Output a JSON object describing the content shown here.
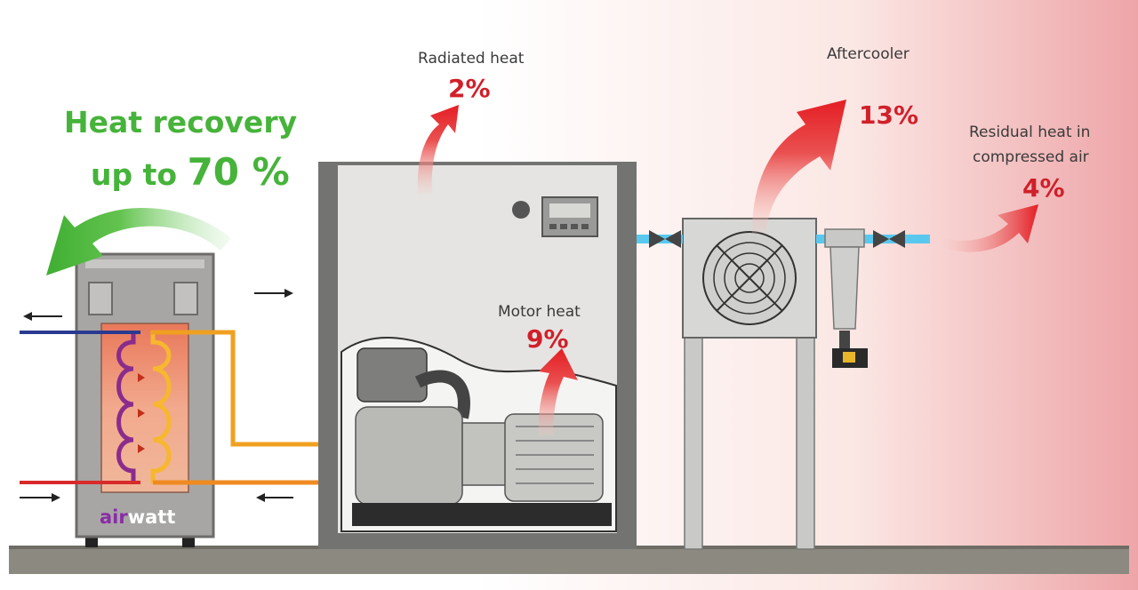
{
  "headline": {
    "line1": "Heat recovery",
    "line2_prefix": "up to",
    "line2_value": "70 %"
  },
  "brand": {
    "part1": "air",
    "part2": "watt",
    "color1": "#8a2ca8",
    "color2": "#ffffff"
  },
  "losses": {
    "radiated": {
      "label": "Radiated heat",
      "value": "2%"
    },
    "motor": {
      "label": "Motor heat",
      "value": "9%"
    },
    "aftercooler": {
      "label": "Aftercooler",
      "value": "13%"
    },
    "residual": {
      "label_line1": "Residual heat in",
      "label_line2": "compressed air",
      "value": "4%"
    }
  },
  "colors": {
    "recovery_green": "#46b33a",
    "loss_red": "#d0202a",
    "hot_pipe": "#f0a020",
    "cold_pipe": "#2a3a90",
    "air_pipe": "#5ac8ee"
  }
}
